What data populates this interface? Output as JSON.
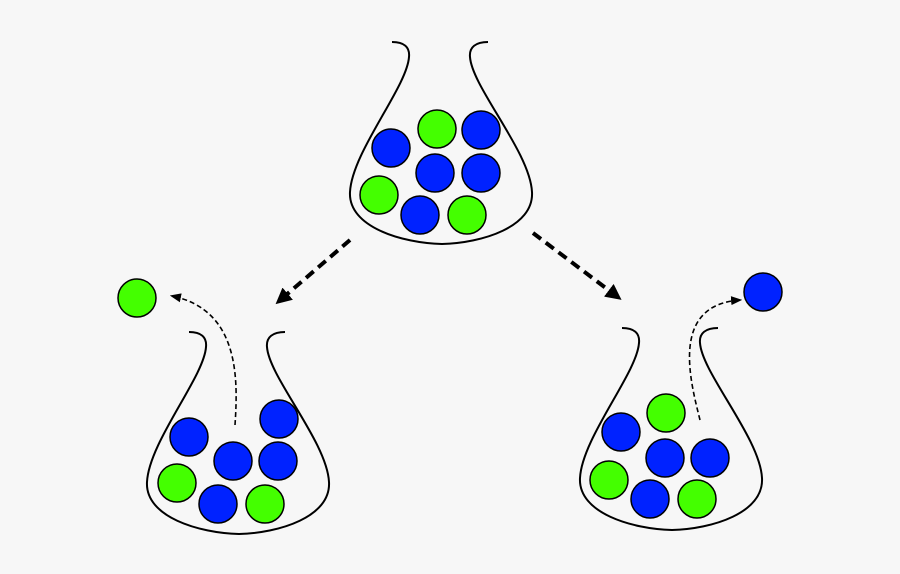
{
  "colors": {
    "background": "#f7f7f7",
    "blue": "#0022ff",
    "green": "#44ff00",
    "outline": "#000000"
  },
  "flasks": [
    {
      "id": "parent",
      "balls": [
        "blue",
        "green",
        "blue",
        "blue",
        "blue",
        "green",
        "blue",
        "green"
      ]
    },
    {
      "id": "left-child",
      "balls": [
        "blue",
        "blue",
        "blue",
        "blue",
        "green",
        "blue",
        "green"
      ],
      "escaped_ball": "green"
    },
    {
      "id": "right-child",
      "balls": [
        "blue",
        "green",
        "blue",
        "blue",
        "green",
        "blue",
        "green"
      ],
      "escaped_ball": "blue"
    }
  ]
}
